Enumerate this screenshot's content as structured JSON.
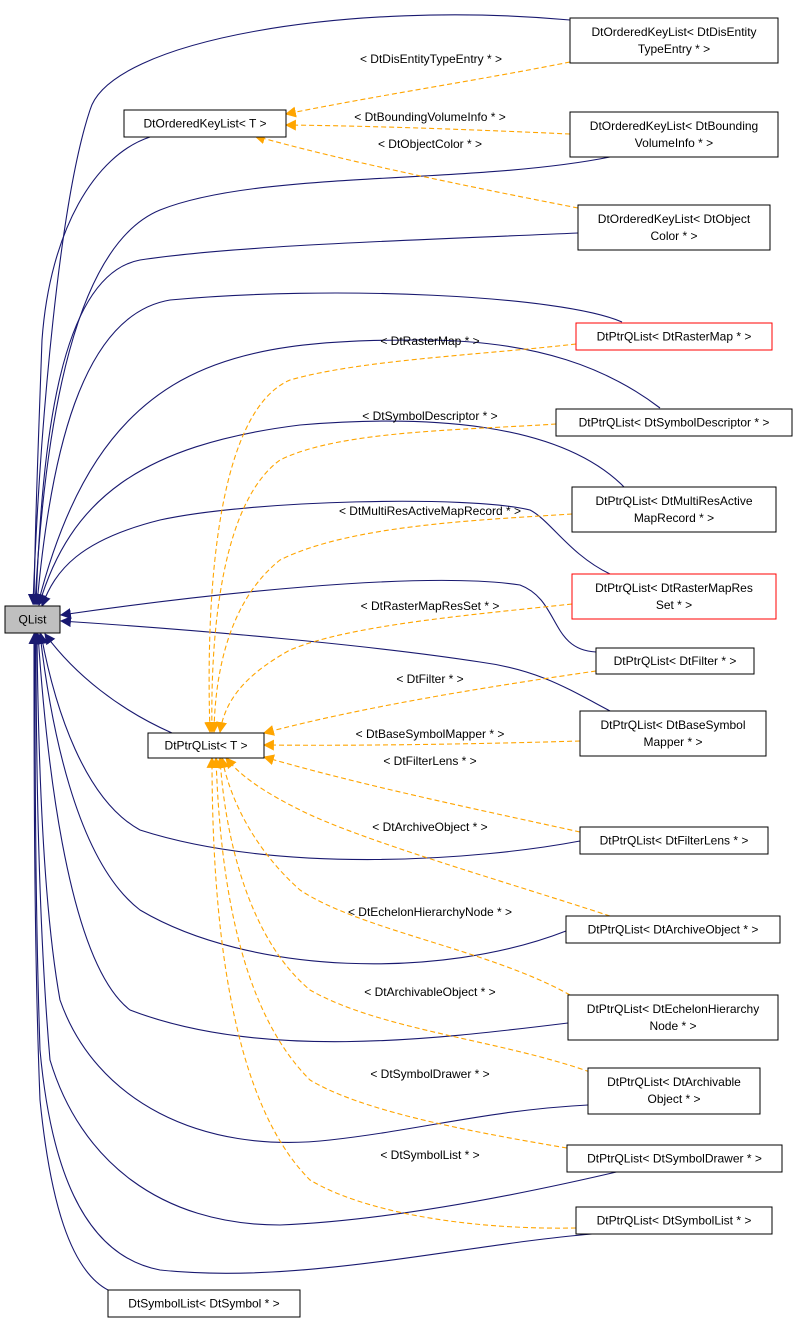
{
  "colors": {
    "inheritance": "#191970",
    "template": "#ffa500",
    "highlight_border": "#ff0000",
    "root_fill": "#bfbfbf"
  },
  "nodes": {
    "qlist": [
      "QList"
    ],
    "dt_ordered_key_list_t": [
      "DtOrderedKeyList< T >"
    ],
    "dt_ptr_qlist_t": [
      "DtPtrQList< T >"
    ],
    "okl_dis_entity": [
      "DtOrderedKeyList< DtDisEntity",
      "TypeEntry * >"
    ],
    "okl_bounding": [
      "DtOrderedKeyList< DtBounding",
      "VolumeInfo * >"
    ],
    "okl_object_color": [
      "DtOrderedKeyList< DtObject",
      "Color * >"
    ],
    "pql_raster_map": [
      "DtPtrQList< DtRasterMap * >"
    ],
    "pql_symbol_descriptor": [
      "DtPtrQList< DtSymbolDescriptor * >"
    ],
    "pql_multires": [
      "DtPtrQList< DtMultiResActive",
      "MapRecord * >"
    ],
    "pql_raster_map_res_set": [
      "DtPtrQList< DtRasterMapRes",
      "Set * >"
    ],
    "pql_filter": [
      "DtPtrQList< DtFilter * >"
    ],
    "pql_base_symbol_mapper": [
      "DtPtrQList< DtBaseSymbol",
      "Mapper * >"
    ],
    "pql_filter_lens": [
      "DtPtrQList< DtFilterLens * >"
    ],
    "pql_archive_object": [
      "DtPtrQList< DtArchiveObject * >"
    ],
    "pql_echelon": [
      "DtPtrQList< DtEchelonHierarchy",
      "Node * >"
    ],
    "pql_archivable": [
      "DtPtrQList< DtArchivable",
      "Object * >"
    ],
    "pql_symbol_drawer": [
      "DtPtrQList< DtSymbolDrawer * >"
    ],
    "pql_symbol_list": [
      "DtPtrQList< DtSymbolList * >"
    ],
    "symbol_list_dtsymbol": [
      "DtSymbolList< DtSymbol * >"
    ]
  },
  "edge_labels": {
    "dis_entity": "< DtDisEntityTypeEntry * >",
    "bounding": "< DtBoundingVolumeInfo * >",
    "object_color": "< DtObjectColor * >",
    "raster_map": "< DtRasterMap * >",
    "symbol_descriptor": "< DtSymbolDescriptor * >",
    "multires": "< DtMultiResActiveMapRecord * >",
    "raster_map_res_set": "< DtRasterMapResSet * >",
    "filter": "< DtFilter * >",
    "base_symbol_mapper": "< DtBaseSymbolMapper * >",
    "filter_lens": "< DtFilterLens * >",
    "archive_object": "< DtArchiveObject * >",
    "echelon": "< DtEchelonHierarchyNode * >",
    "archivable": "< DtArchivableObject * >",
    "symbol_drawer": "< DtSymbolDrawer * >",
    "symbol_list": "< DtSymbolList * >"
  }
}
